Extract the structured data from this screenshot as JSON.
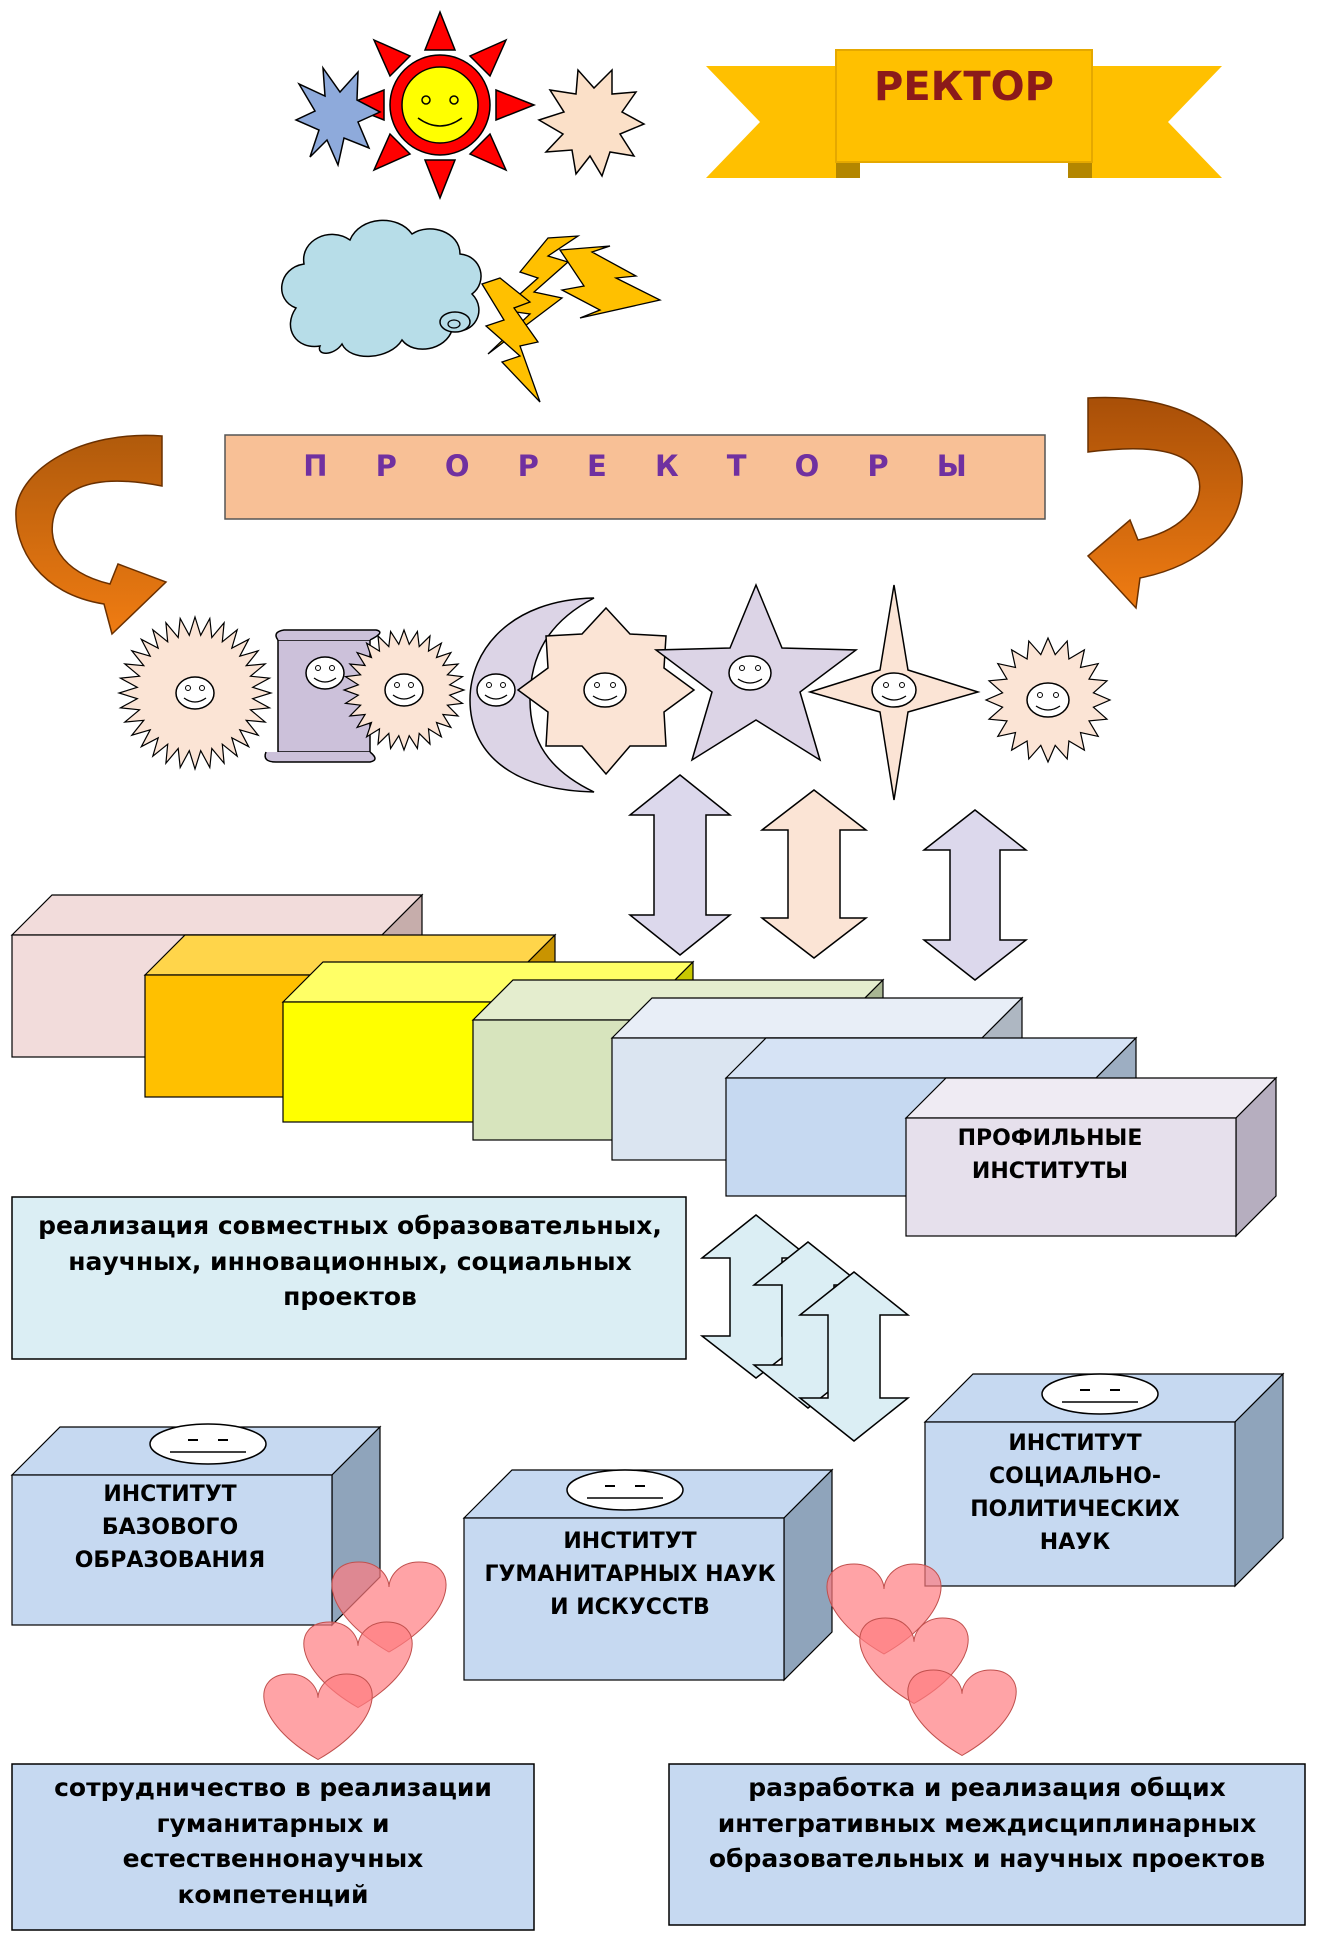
{
  "rector": {
    "label": "РЕКТОР"
  },
  "prorectors": {
    "label": "П Р О Р Е К Т О Р Ы"
  },
  "profile_institutes": {
    "label": "ПРОФИЛЬНЫЕ ИНСТИТУТЫ"
  },
  "joint_projects": {
    "text": "реализация совместных образовательных, научных, инновационных, социальных проектов"
  },
  "institutes": {
    "basic": "ИНСТИТУТ БАЗОВОГО ОБРАЗОВАНИЯ",
    "humanities": "ИНСТИТУТ ГУМАНИТАРНЫХ НАУК И ИСКУССТВ",
    "socio_political": "ИНСТИТУТ СОЦИАЛЬНО-ПОЛИТИЧЕСКИХ НАУК"
  },
  "bottom_left": {
    "text": "сотрудничество в реализации гуманитарных и естественнонаучных компетенций"
  },
  "bottom_right": {
    "text": "разработка и реализация общих интегративных междисциплинарных образовательных и научных проектов"
  },
  "colors": {
    "rector_text": "#8b1a1a",
    "rector_banner": "#ffc000",
    "prorectors_bar": "#f8c096",
    "prorectors_text": "#7030a0",
    "curved_arrow": "#e36c0a",
    "institute_box": "#c6d9f1",
    "note_box": "#dbeef4",
    "heart": "#ff7c80"
  }
}
